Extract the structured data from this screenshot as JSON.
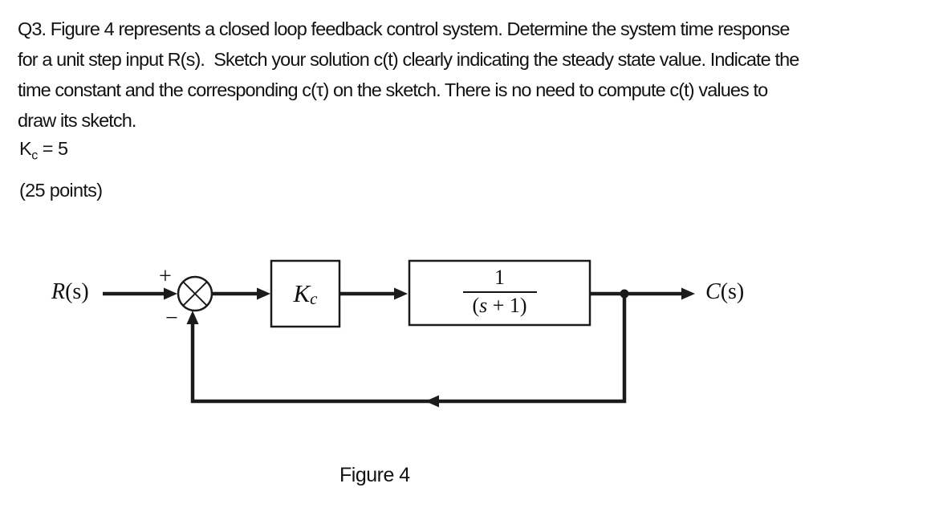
{
  "page": {
    "background_color": "#ffffff",
    "ink_color": "#141414"
  },
  "question": {
    "lines": [
      "Q3. Figure 4 represents a closed loop feedback control system. Determine the system time response",
      "for a unit step input R(s).  Sketch your solution c(t) clearly indicating the steady state value. Indicate the",
      "time constant and the corresponding c(τ) on the sketch. There is no need to compute c(t) values to",
      "draw its sketch."
    ],
    "gain_symbol": "K",
    "gain_subscript": "c",
    "gain_value": " = 5",
    "points": "(25 points)"
  },
  "diagram": {
    "input_symbol": "R",
    "input_arg": "(s)",
    "output_symbol": "C",
    "output_arg": "(s)",
    "plus_sign": "+",
    "minus_sign": "−",
    "controller_symbol": "K",
    "controller_subscript": "c",
    "plant_numerator": "1",
    "plant_denominator_open": "(",
    "plant_denominator_var": "s",
    "plant_denominator_rest": " + 1)",
    "caption": "Figure 4"
  }
}
